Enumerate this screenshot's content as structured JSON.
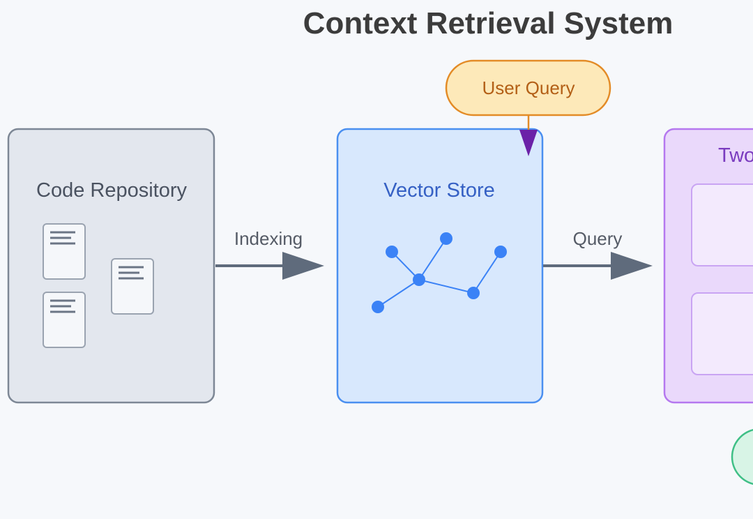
{
  "diagram": {
    "title": "Context Retrieval System",
    "nodes": {
      "code_repository": {
        "label": "Code Repository"
      },
      "vector_store": {
        "label": "Vector Store"
      },
      "user_query": {
        "label": "User Query"
      },
      "right_panel": {
        "label": "Two"
      }
    },
    "edges": {
      "indexing": {
        "label": "Indexing"
      },
      "query": {
        "label": "Query"
      }
    },
    "colors": {
      "background": "#f6f8fb",
      "repo_fill": "#e3e7ee",
      "repo_stroke": "#7d8795",
      "vector_fill": "#d8e8fd",
      "vector_stroke": "#4a8ff0",
      "vector_text": "#3560c4",
      "graph_node": "#3b82f6",
      "query_fill": "#fde9b9",
      "query_stroke": "#e38b26",
      "panel_fill": "#ead9fb",
      "panel_stroke": "#b578ef",
      "panel_text": "#7a3bbf",
      "arrow": "#5f6b7c",
      "pointer": "#6b21a8",
      "green_fill": "#d8f4e6",
      "green_stroke": "#3fbf86"
    }
  }
}
